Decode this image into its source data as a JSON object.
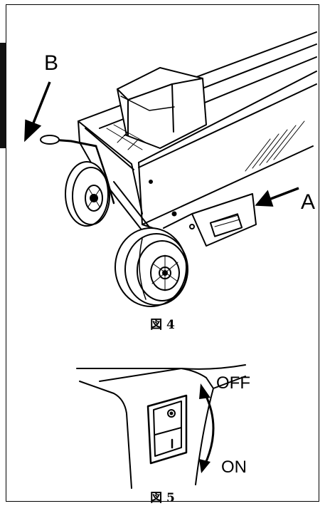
{
  "figure4": {
    "caption": "図 4",
    "label_a": "A",
    "label_b": "B"
  },
  "figure5": {
    "caption": "図 5",
    "label_off": "OFF",
    "label_on": "ON"
  }
}
